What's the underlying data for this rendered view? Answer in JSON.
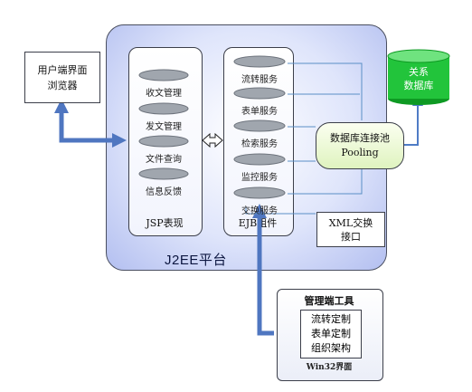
{
  "browser": {
    "line1": "用户端界面",
    "line2": "浏览器"
  },
  "platform": {
    "title": "J2EE平台"
  },
  "jsp": {
    "title": "JSP表现",
    "items": [
      "收文管理",
      "发文管理",
      "文件查询",
      "信息反馈"
    ]
  },
  "ejb": {
    "title": "EJB组件",
    "items": [
      "流转服务",
      "表单服务",
      "检索服务",
      "监控服务",
      "交换服务"
    ]
  },
  "pool": {
    "line1": "数据库连接池",
    "line2": "Pooling"
  },
  "database": {
    "line1": "关系",
    "line2": "数据库"
  },
  "xml": {
    "line1": "XML交换",
    "line2": "接口"
  },
  "admin": {
    "title": "管理端工具",
    "items": [
      "流转定制",
      "表单定制",
      "组织架构"
    ],
    "footer": "Win32界面"
  },
  "colors": {
    "arrow_blue": "#4f76c0",
    "connector": "#5a8fc6",
    "db_green": "#1fc23a",
    "disk_gray": "#9aa0a8"
  }
}
